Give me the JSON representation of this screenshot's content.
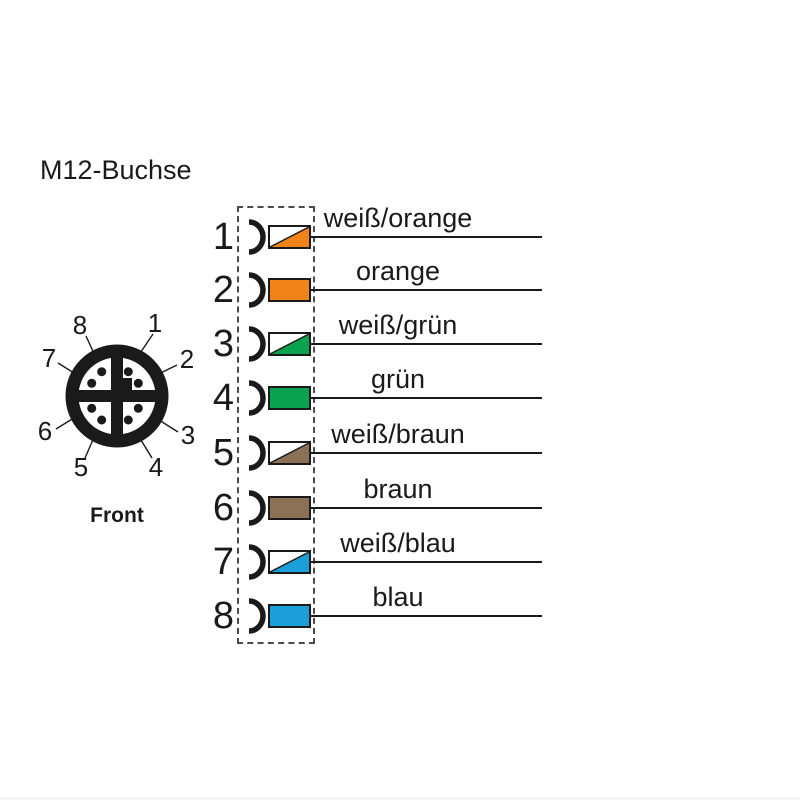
{
  "title": "M12-Buchse",
  "connector": {
    "front_label": "Front",
    "pins": [
      "1",
      "2",
      "3",
      "4",
      "5",
      "6",
      "7",
      "8"
    ]
  },
  "icons": {
    "socket_contact": "female-contact-arc",
    "striped_wire_box": "diagonal-split-rectangle",
    "solid_wire_box": "filled-rectangle"
  },
  "colors": {
    "orange": "#F08418",
    "green": "#0AA24E",
    "brown": "#8B7156",
    "blue": "#1C9ED9",
    "line": "#1a1a1a"
  },
  "wiring": {
    "rows": [
      {
        "number": "1",
        "label": "weiß/orange",
        "style": "striped",
        "color": "#F08418"
      },
      {
        "number": "2",
        "label": "orange",
        "style": "solid",
        "color": "#F08418"
      },
      {
        "number": "3",
        "label": "weiß/grün",
        "style": "striped",
        "color": "#0AA24E"
      },
      {
        "number": "4",
        "label": "grün",
        "style": "solid",
        "color": "#0AA24E"
      },
      {
        "number": "5",
        "label": "weiß/braun",
        "style": "striped",
        "color": "#8B7156"
      },
      {
        "number": "6",
        "label": "braun",
        "style": "solid",
        "color": "#8B7156"
      },
      {
        "number": "7",
        "label": "weiß/blau",
        "style": "striped",
        "color": "#1C9ED9"
      },
      {
        "number": "8",
        "label": "blau",
        "style": "solid",
        "color": "#1C9ED9"
      }
    ]
  }
}
